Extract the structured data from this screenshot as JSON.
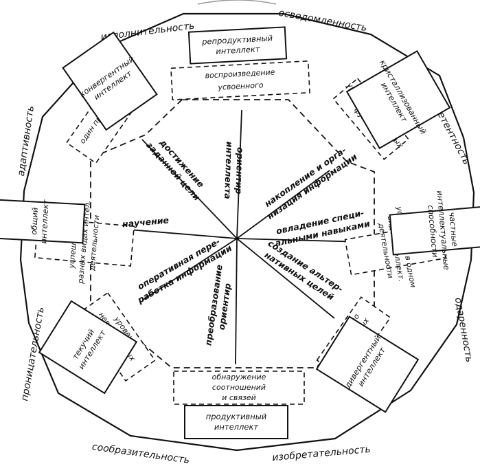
{
  "outer_qualities": [
    "исполнительность",
    "осведомленность",
    "компетентность",
    "одаренность",
    "изобретательность",
    "сообразительность",
    "проницательность",
    "адаптивность"
  ],
  "intellect_boxes": [
    [
      "репродуктивный",
      "интеллект"
    ],
    [
      "кристаллизованный",
      "интеллект"
    ],
    [
      "частные",
      "интеллектуальные",
      "способности"
    ],
    [
      "дивергентный",
      "интеллект"
    ],
    [
      "продуктивный",
      "интеллект"
    ],
    [
      "текучий",
      "интеллект"
    ],
    [
      "общий",
      "интеллект"
    ],
    [
      "конвергентный",
      "интеллект"
    ]
  ],
  "inner_boxes": [
    [
      "воспроизведение",
      "усвоенного"
    ],
    [
      "уровень вербальных",
      "функций"
    ],
    [
      "успешность в одном",
      "виде интеллект.",
      "деятельности"
    ],
    [
      "множество",
      "правильных",
      "ответов"
    ],
    [
      "обнаружение",
      "соотношений",
      "и связей"
    ],
    [
      "уровень",
      "невербальных",
      "функций"
    ],
    [
      "успешность в",
      "разных видах интел.",
      "деятельности"
    ],
    [
      "один правильный",
      "ответ"
    ]
  ],
  "spoke_labels": [
    [
      "ориентир",
      "интеллекта"
    ],
    [
      "накопление и орга-",
      "низация информации"
    ],
    [
      "овладение специ-",
      "альными навыками"
    ],
    [
      "создание альтер-",
      "нативных целей"
    ],
    [
      "преобразование",
      "ориентир"
    ],
    [
      "оперативная пере-",
      "работка информации"
    ],
    [
      "научение"
    ],
    [
      "достижение",
      "заданной цели"
    ]
  ]
}
